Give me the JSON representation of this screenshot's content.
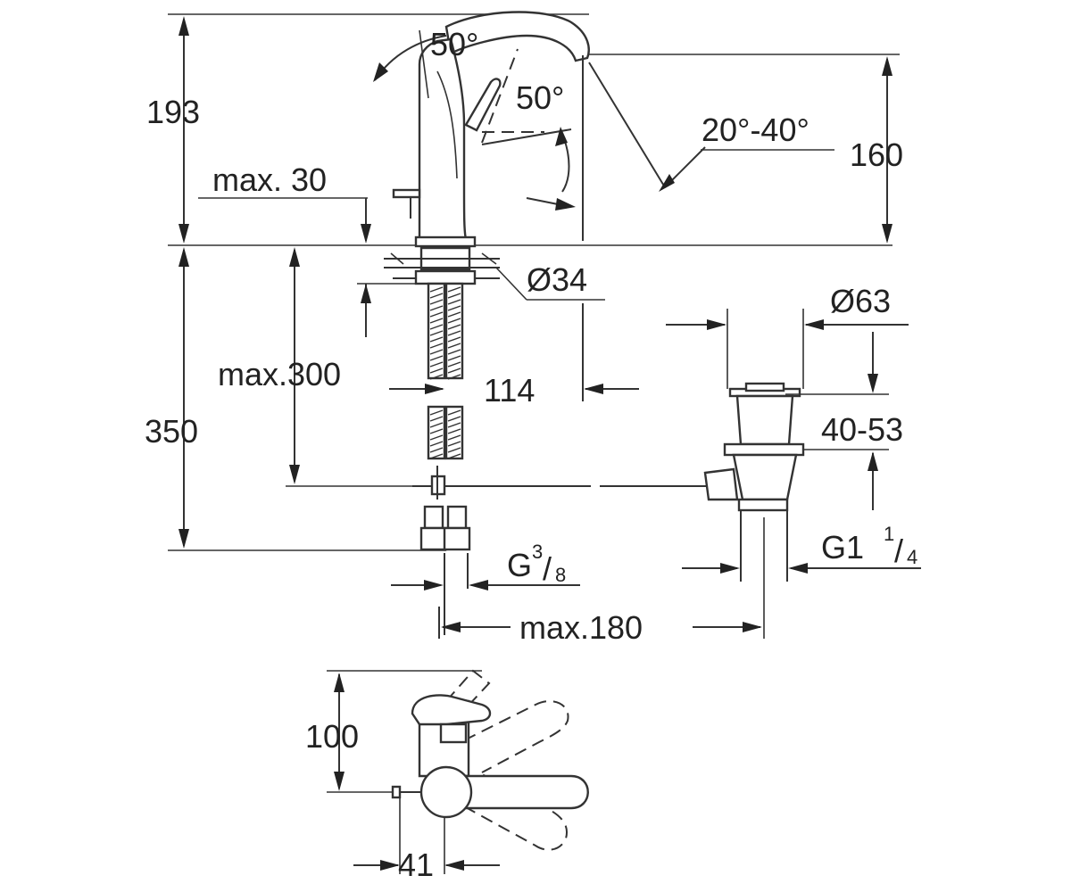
{
  "diagram": {
    "dimensions": {
      "height_total_top": "193",
      "spout_angle_top": "50°",
      "lever_angle": "50°",
      "spout_tilt": "20°-40°",
      "height_spout": "160",
      "max_deck_thickness": "max. 30",
      "mount_diameter": "Ø34",
      "waste_diameter": "Ø63",
      "max_hose_length": "max.300",
      "projection": "114",
      "height_below_deck": "350",
      "waste_range": "40-53",
      "supply_thread_prefix": "G",
      "supply_thread_num": "3",
      "supply_thread_den": "8",
      "waste_thread_prefix": "G1",
      "waste_thread_num": "1",
      "waste_thread_den": "4",
      "max_waste_distance": "max.180",
      "lever_reach": "100",
      "body_diameter": "41"
    }
  }
}
